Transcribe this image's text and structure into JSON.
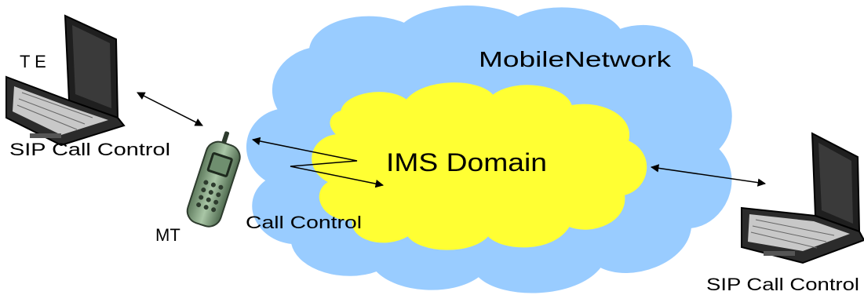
{
  "labels": {
    "mobile_network": "MobileNetwork",
    "ims_domain": "IMS Domain",
    "te": "T E",
    "sip_call_control_left": "SIP Call Control",
    "mt": "MT",
    "call_control": "Call Control",
    "sip_call_control_right": "SIP Call Control"
  },
  "colors": {
    "mobile_network_cloud": "#99ccff",
    "ims_domain_cloud": "#ffff33",
    "arrow": "#000000",
    "laptop_body": "#2b2b2b",
    "phone_body": "#8fae8c"
  }
}
